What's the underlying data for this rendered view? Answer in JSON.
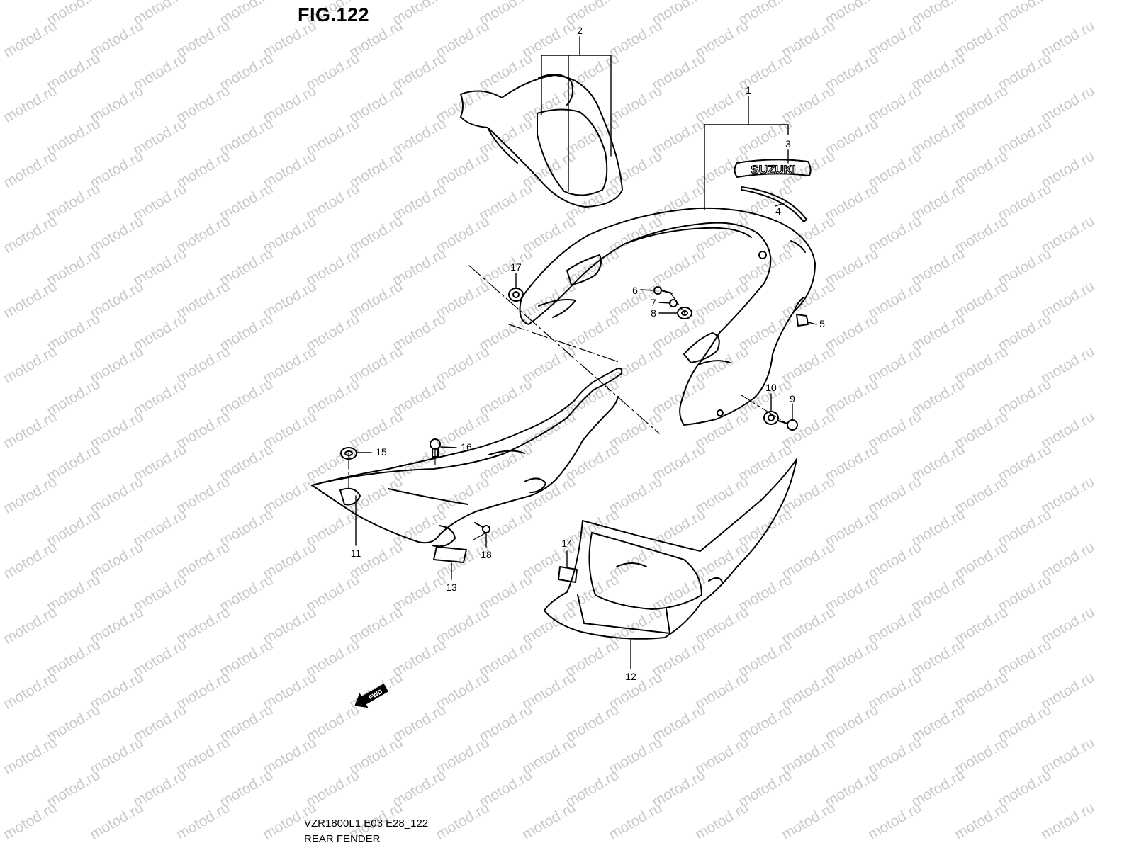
{
  "figure": {
    "title": "FIG.122",
    "code": "VZR1800L1 E03 E28_122",
    "name": "REAR FENDER"
  },
  "watermark": {
    "text": "motod.ru",
    "color": "#c9c9c9"
  },
  "logo_text": "SUZUKI",
  "fwd_label": "FWD",
  "callouts": [
    {
      "id": "c1",
      "label": "1"
    },
    {
      "id": "c2",
      "label": "2"
    },
    {
      "id": "c3",
      "label": "3"
    },
    {
      "id": "c4",
      "label": "4"
    },
    {
      "id": "c5",
      "label": "5"
    },
    {
      "id": "c6",
      "label": "6"
    },
    {
      "id": "c7",
      "label": "7"
    },
    {
      "id": "c8",
      "label": "8"
    },
    {
      "id": "c9",
      "label": "9"
    },
    {
      "id": "c10",
      "label": "10"
    },
    {
      "id": "c11",
      "label": "11"
    },
    {
      "id": "c12",
      "label": "12"
    },
    {
      "id": "c13",
      "label": "13"
    },
    {
      "id": "c14",
      "label": "14"
    },
    {
      "id": "c15",
      "label": "15"
    },
    {
      "id": "c16",
      "label": "16"
    },
    {
      "id": "c17",
      "label": "17"
    },
    {
      "id": "c18",
      "label": "18"
    }
  ]
}
